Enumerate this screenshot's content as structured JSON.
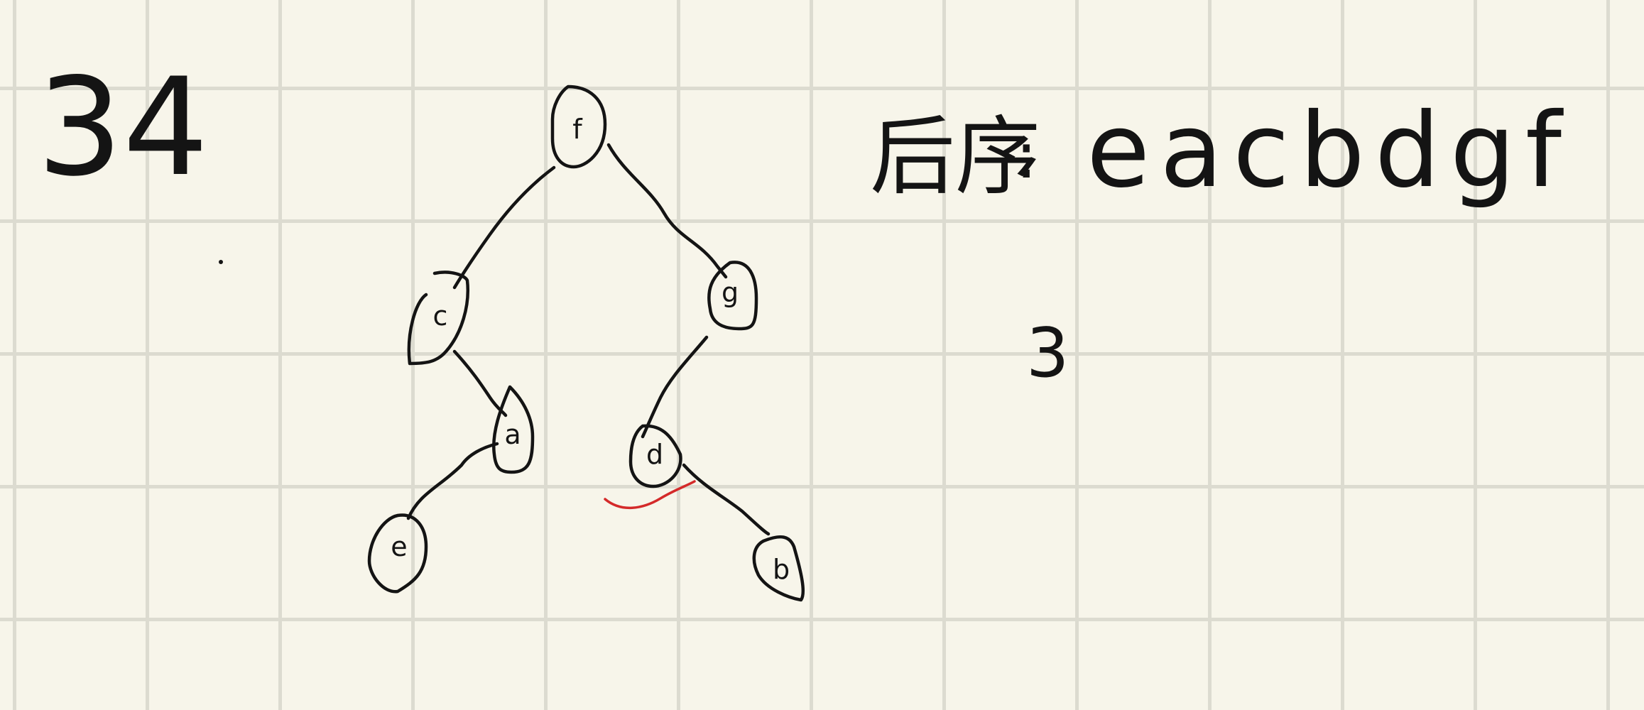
{
  "problem_number": "34",
  "sequence_label": "后序",
  "sequence_separator": ":",
  "sequence": "eacbdgf",
  "tree": {
    "nodes": [
      {
        "id": "f",
        "label": "f"
      },
      {
        "id": "c",
        "label": "c"
      },
      {
        "id": "g",
        "label": "g"
      },
      {
        "id": "a",
        "label": "a"
      },
      {
        "id": "d",
        "label": "d"
      },
      {
        "id": "e",
        "label": "e"
      },
      {
        "id": "b",
        "label": "b"
      }
    ],
    "edges": [
      {
        "from": "f",
        "to": "c"
      },
      {
        "from": "f",
        "to": "g"
      },
      {
        "from": "c",
        "to": "a"
      },
      {
        "from": "a",
        "to": "e"
      },
      {
        "from": "g",
        "to": "d"
      },
      {
        "from": "d",
        "to": "b"
      }
    ]
  },
  "red_answer": "3",
  "colors": {
    "ink": "#141414",
    "red_ink": "#d42a2a",
    "paper": "#f7f5ea",
    "grid": "#dcdbd0"
  }
}
